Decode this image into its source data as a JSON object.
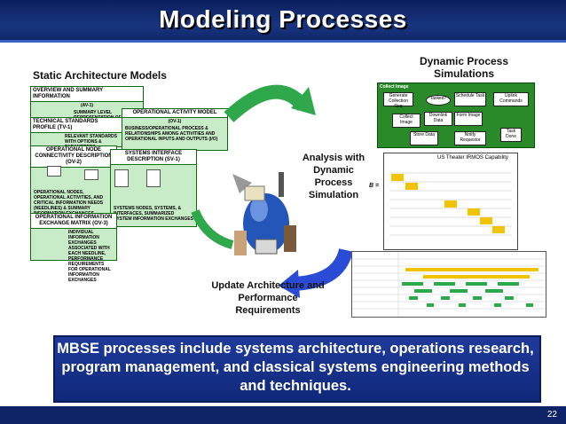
{
  "title": "Modeling Processes",
  "static_section": {
    "title": "Static Architecture Models",
    "docs": [
      {
        "title": "OVERVIEW AND SUMMARY INFORMATION",
        "code": "(AV-1)",
        "desc": "SUMMARY LEVEL REPRESENTATION OF PURPOSE, MISSION, AND CONTEXT FOR THE ARCHITECTURE"
      },
      {
        "title": "TECHNICAL STANDARDS PROFILE",
        "code": "(TV-1)",
        "desc": "RELEVANT STANDARDS WITH OPTIONS & PARAMETERS"
      },
      {
        "title": "OPERATIONAL ACTIVITY MODEL",
        "code": "(OV-1)",
        "desc": "BUSINESS/OPERATIONAL PROCESS & RELATIONSHIPS AMONG ACTIVITIES AND OPERATIONAL INPUTS AND OUTPUTS (I/O)"
      },
      {
        "title": "OPERATIONAL NODE CONNECTIVITY DESCRIPTION",
        "code": "(OV-2)",
        "desc": "OPERATIONAL NODES, OPERATIONAL ACTIVITIES, AND CRITICAL INFORMATION NEEDS (NEEDLINES) & SUMMARY INFORMATION EXCHANGES"
      },
      {
        "title": "SYSTEMS INTERFACE DESCRIPTION",
        "code": "(SV-1)",
        "desc": "SYSTEMS NODES, SYSTEMS, & INTERFACES, SUMMARIZED SYSTEM INFORMATION EXCHANGES"
      },
      {
        "title": "OPERATIONAL INFORMATION EXCHANGE MATRIX",
        "code": "(OV-3)",
        "desc": "INDIVIDUAL INFORMATION EXCHANGES ASSOCIATED WITH EACH NEEDLINE, PERFORMANCE REQUIREMENTS FOR OPERATIONAL INFORMATION EXCHANGES"
      }
    ]
  },
  "cycle": {
    "analysis": "Analysis with Dynamic Process Simulation",
    "update": "Update Architecture and Performance Requirements"
  },
  "dynamic_section": {
    "title": "Dynamic Process Simulations",
    "sim_nodes": [
      "Collect Image",
      "Generate Collection Req",
      "Tasked?",
      "Schedule Task",
      "Uplink Commands",
      "Collect Image",
      "Downlink Data",
      "Form Image",
      "Store Data",
      "Notify Requestor",
      "Task Done"
    ],
    "matrix_label": "US Theater IRMOS Capability",
    "matrix_var": "B ="
  },
  "bottom_text": "MBSE processes include systems architecture, operations research, program management, and classical systems engineering  methods and techniques.",
  "page_number": "22",
  "colors": {
    "title_bar": "#18357f",
    "arrow_green": "#2ea84a",
    "arrow_blue": "#2a4bd6",
    "doc_green": "#c8ecc8"
  }
}
